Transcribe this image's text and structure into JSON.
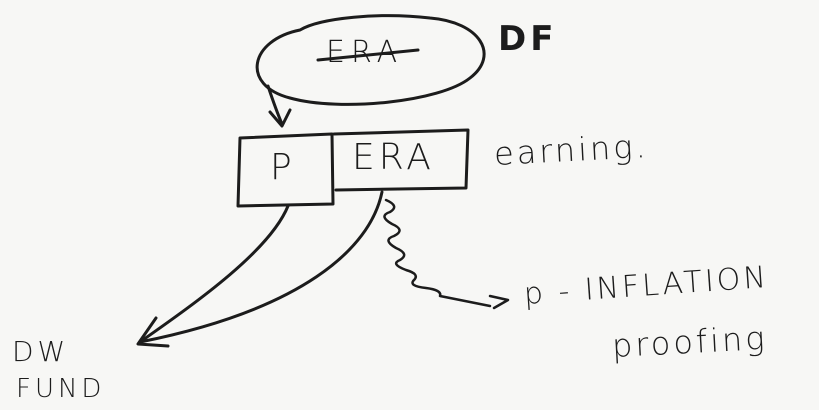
{
  "diagram": {
    "oval_label": "ERA",
    "oval_tag": "DF",
    "box_left": "P",
    "box_right": "ERA",
    "right_box_note": "earning.",
    "branch_label_line1": "p - INFLATION",
    "branch_label_line2": "proofing",
    "target_line1": "DW",
    "target_line2": "FUND"
  },
  "colors": {
    "ink": "#1c1c1c",
    "paper": "#f7f7f5"
  }
}
